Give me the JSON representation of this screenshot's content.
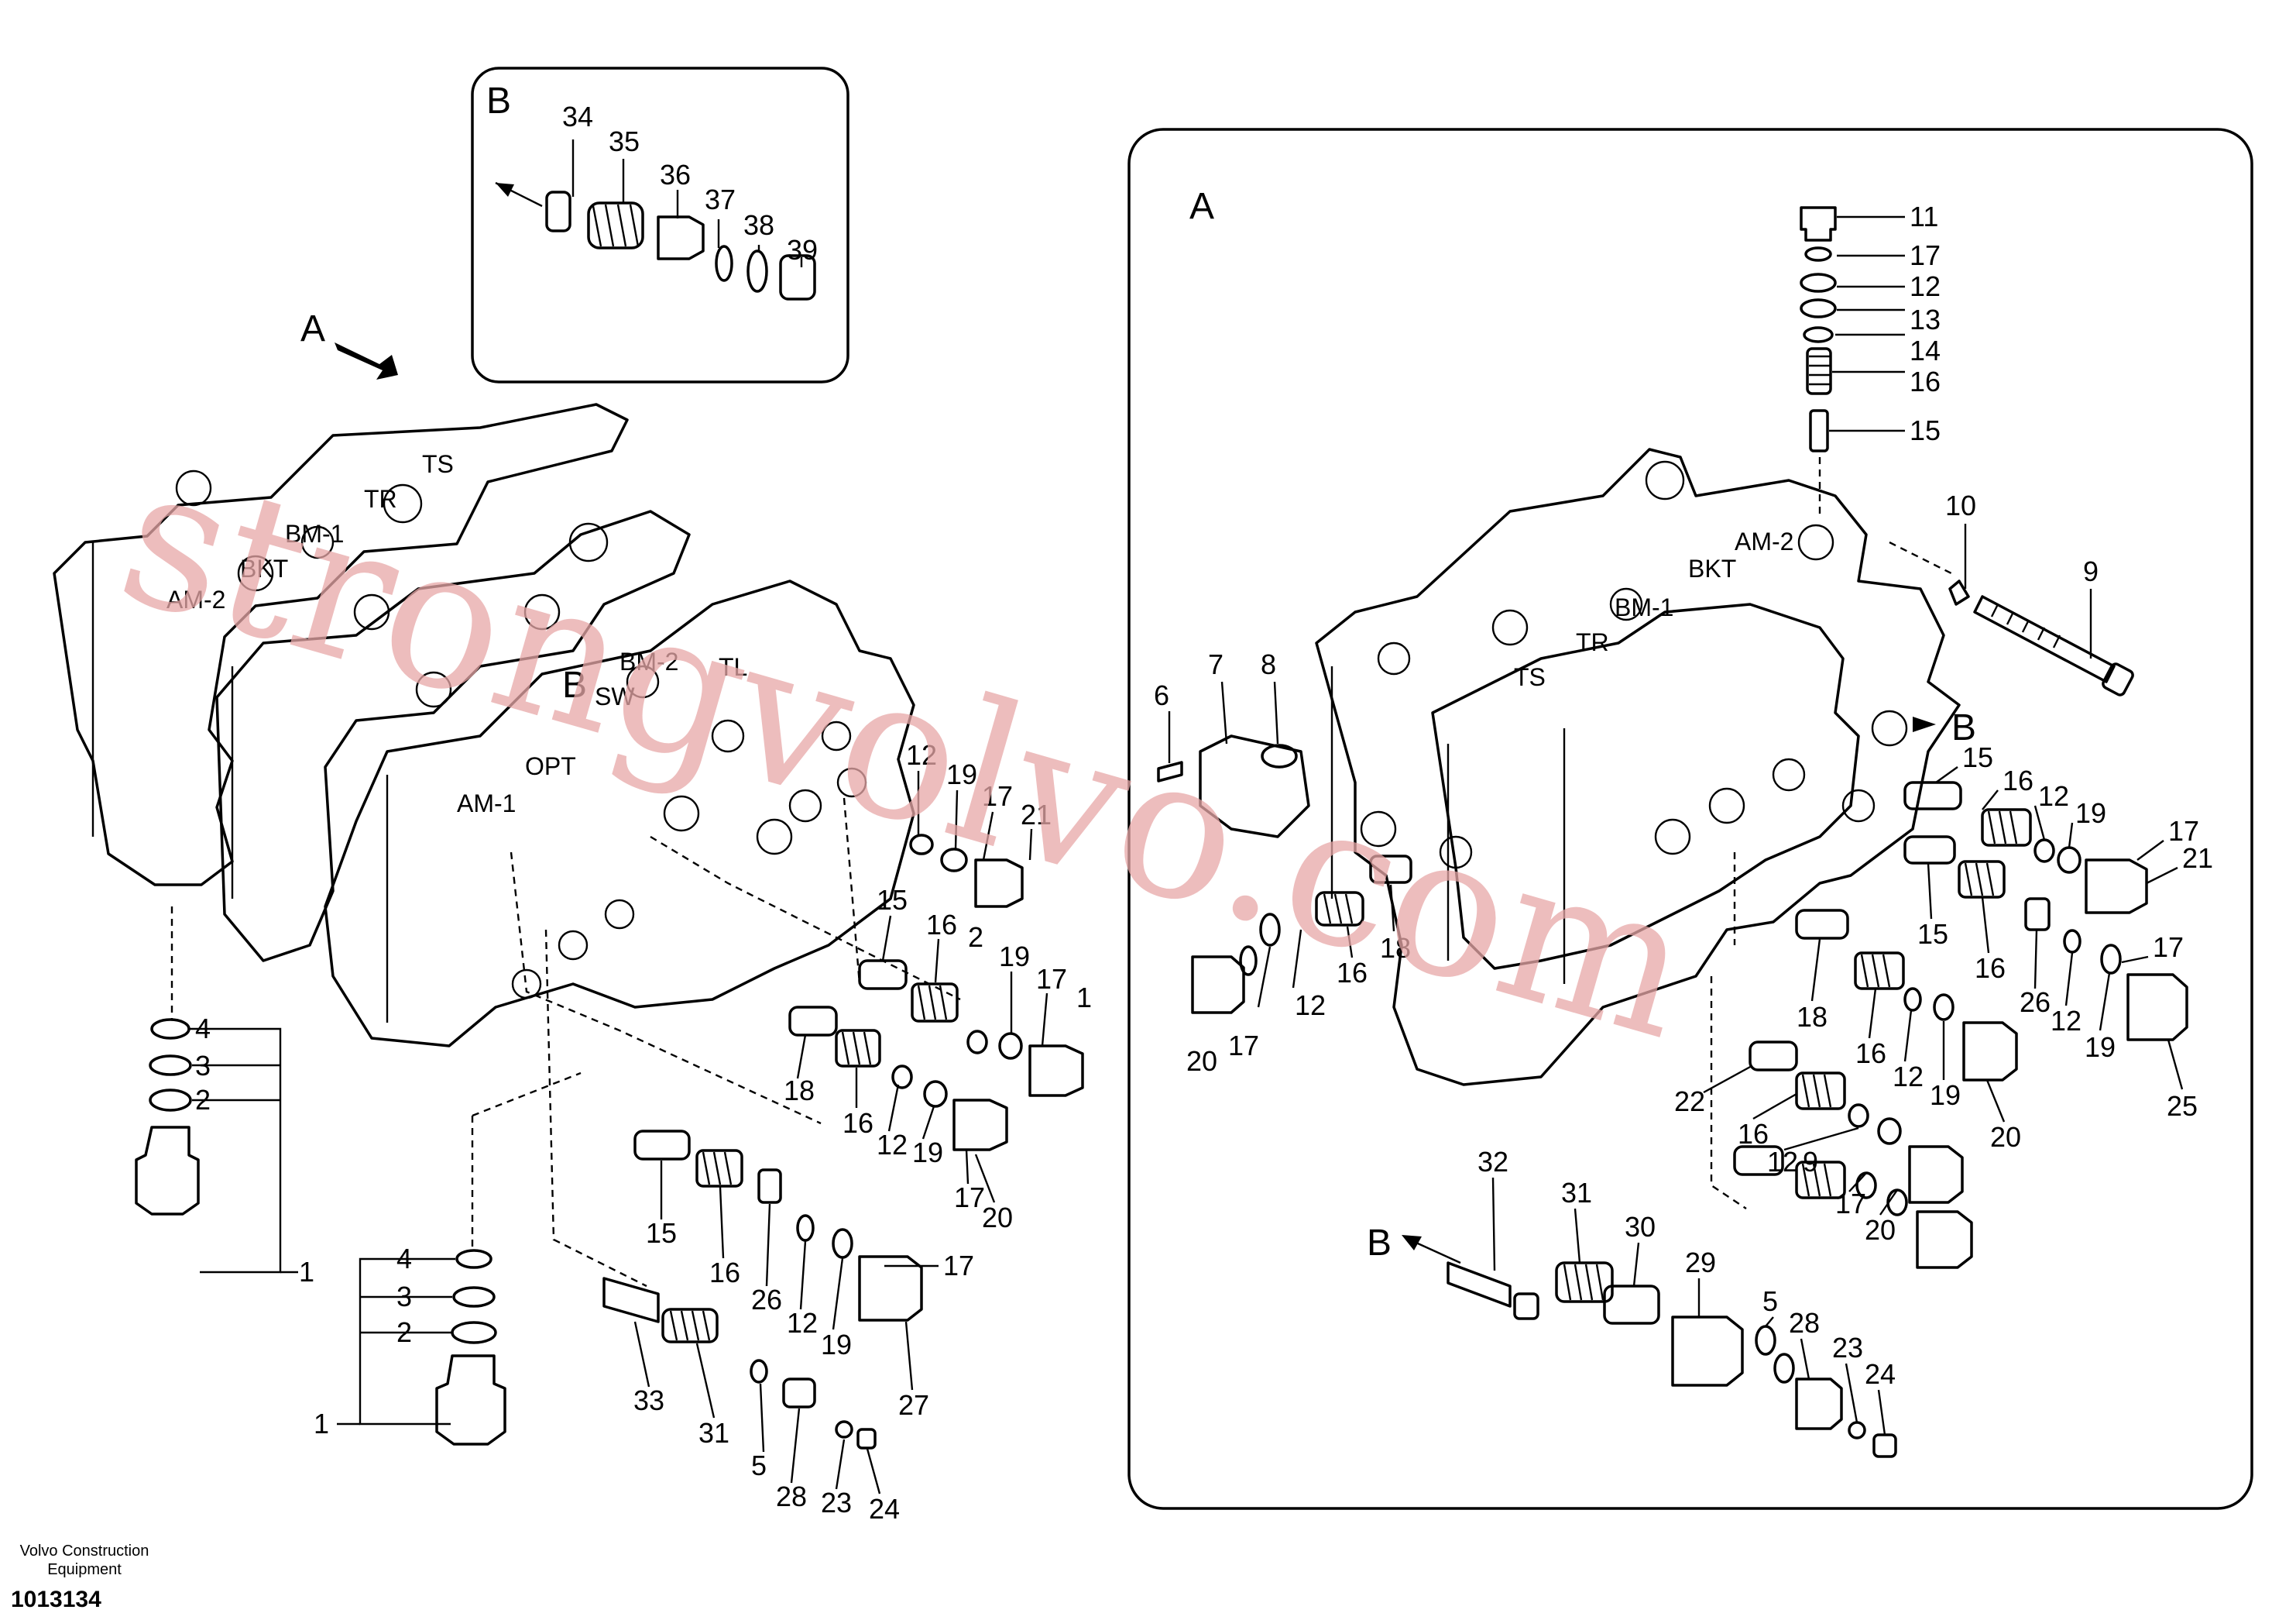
{
  "views": {
    "detail_b": "B",
    "detail_a": "A",
    "arrow_a": "A",
    "flow_b": "B",
    "port_b_left": "B",
    "port_b_right": "B"
  },
  "port_tags_left": [
    "TS",
    "TR",
    "BM-1",
    "BKT",
    "AM-2",
    "BM-2",
    "TL",
    "SW",
    "OPT",
    "AM-1"
  ],
  "port_tags_right": [
    "AM-2",
    "BKT",
    "BM-1",
    "TR",
    "TS"
  ],
  "callouts_detail_b": [
    "34",
    "35",
    "36",
    "37",
    "38",
    "39"
  ],
  "callouts_left": [
    "4",
    "3",
    "2",
    "1",
    "4",
    "3",
    "2",
    "1",
    "12",
    "19",
    "17",
    "21",
    "15",
    "16",
    "2",
    "19",
    "17",
    "1",
    "18",
    "16",
    "12",
    "19",
    "17",
    "20",
    "15",
    "16",
    "26",
    "12",
    "19",
    "17",
    "27",
    "33",
    "31",
    "5",
    "28",
    "23",
    "24"
  ],
  "callouts_right": [
    "11",
    "17",
    "12",
    "13",
    "14",
    "16",
    "15",
    "10",
    "9",
    "6",
    "7",
    "8",
    "16",
    "18",
    "20",
    "17",
    "12",
    "15",
    "16",
    "12",
    "19",
    "17",
    "21",
    "15",
    "16",
    "26",
    "12",
    "19",
    "17",
    "25",
    "18",
    "16",
    "12",
    "19",
    "20",
    "22",
    "16",
    "12",
    "9",
    "17",
    "20",
    "32",
    "31",
    "30",
    "29",
    "5",
    "28",
    "23",
    "24"
  ],
  "watermark": "strongvolvo.com",
  "footer": {
    "maker": "Volvo Construction Equipment",
    "number": "1013134"
  }
}
